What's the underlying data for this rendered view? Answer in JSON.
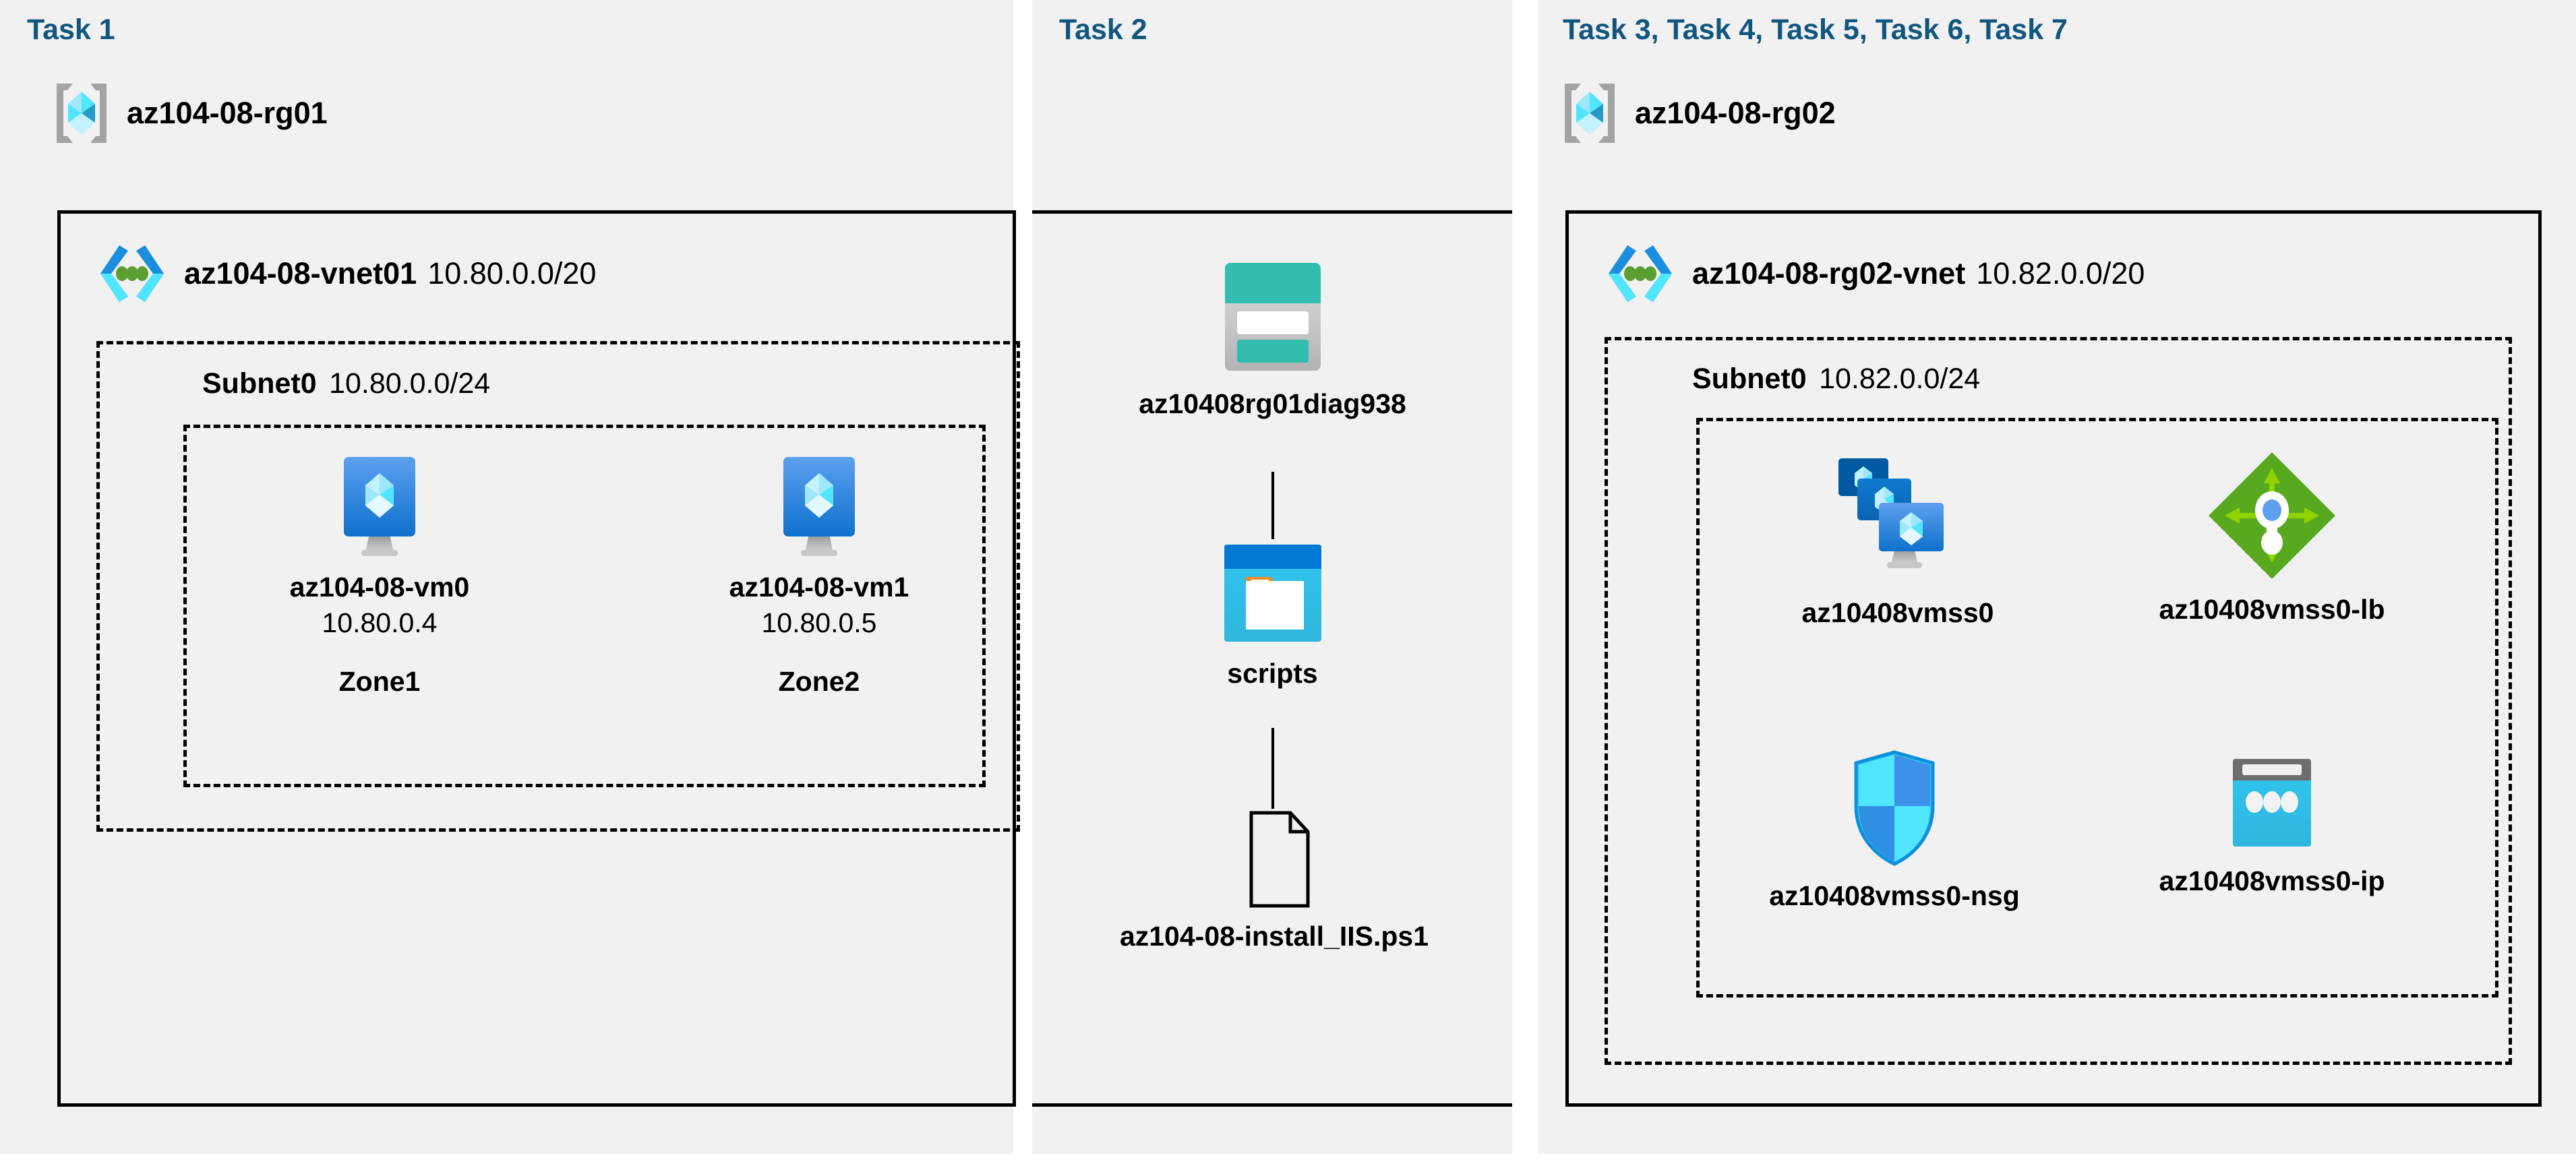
{
  "panels": [
    {
      "id": "task1",
      "task_label": "Task 1"
    },
    {
      "id": "task2",
      "task_label": "Task 2"
    },
    {
      "id": "task3",
      "task_label": "Task 3, Task 4, Task 5, Task 6, Task 7"
    }
  ],
  "colors": {
    "task_label": "#11567f",
    "panel_bg": "#f1f1f1",
    "page_bg": "#ffffff",
    "border": "#000000",
    "vm_blue": "#3b8fe0",
    "vnet_blue": "#1b8ee0",
    "vnet_dot_green": "#5c9e31",
    "storage_teal": "#32bdaf",
    "storage_teal_dark": "#1d7c72",
    "container_blue": "#0078d4",
    "container_cyan": "#32c6f0",
    "container_orange": "#f18a21",
    "lb_green": "#59a920",
    "lb_green_light": "#8fd400",
    "lb_inner_blue": "#5ea0ef",
    "nsg_blue": "#32c6f0",
    "ip_gray": "#6d6d6d",
    "ip_cyan": "#32c6f0",
    "rg_icon_gray": "#a3a3a3",
    "rg_icon_cyan": "#86e1fb"
  },
  "task1": {
    "resource_group": {
      "name": "az104-08-rg01",
      "icon": "resource-group-icon"
    },
    "vnet": {
      "name": "az104-08-vnet01",
      "cidr": "10.80.0.0/20",
      "icon": "virtual-network-icon"
    },
    "subnet": {
      "name": "Subnet0",
      "cidr": "10.80.0.0/24"
    },
    "vms": [
      {
        "name": "az104-08-vm0",
        "ip": "10.80.0.4",
        "zone": "Zone1",
        "icon": "virtual-machine-icon"
      },
      {
        "name": "az104-08-vm1",
        "ip": "10.80.0.5",
        "zone": "Zone2",
        "icon": "virtual-machine-icon"
      }
    ]
  },
  "task2": {
    "storage_account": {
      "name": "az10408rg01diag938",
      "icon": "storage-account-icon"
    },
    "container": {
      "name": "scripts",
      "icon": "blob-container-icon"
    },
    "file": {
      "name": "az104-08-install_IIS.ps1",
      "icon": "file-icon"
    }
  },
  "task3": {
    "resource_group": {
      "name": "az104-08-rg02",
      "icon": "resource-group-icon"
    },
    "vnet": {
      "name": "az104-08-rg02-vnet",
      "cidr": "10.82.0.0/20",
      "icon": "virtual-network-icon"
    },
    "subnet": {
      "name": "Subnet0",
      "cidr": "10.82.0.0/24"
    },
    "resources": [
      {
        "name": "az10408vmss0",
        "icon": "vm-scale-set-icon"
      },
      {
        "name": "az10408vmss0-lb",
        "icon": "load-balancer-icon"
      },
      {
        "name": "az10408vmss0-nsg",
        "icon": "network-security-group-icon"
      },
      {
        "name": "az10408vmss0-ip",
        "icon": "public-ip-address-icon"
      }
    ]
  }
}
